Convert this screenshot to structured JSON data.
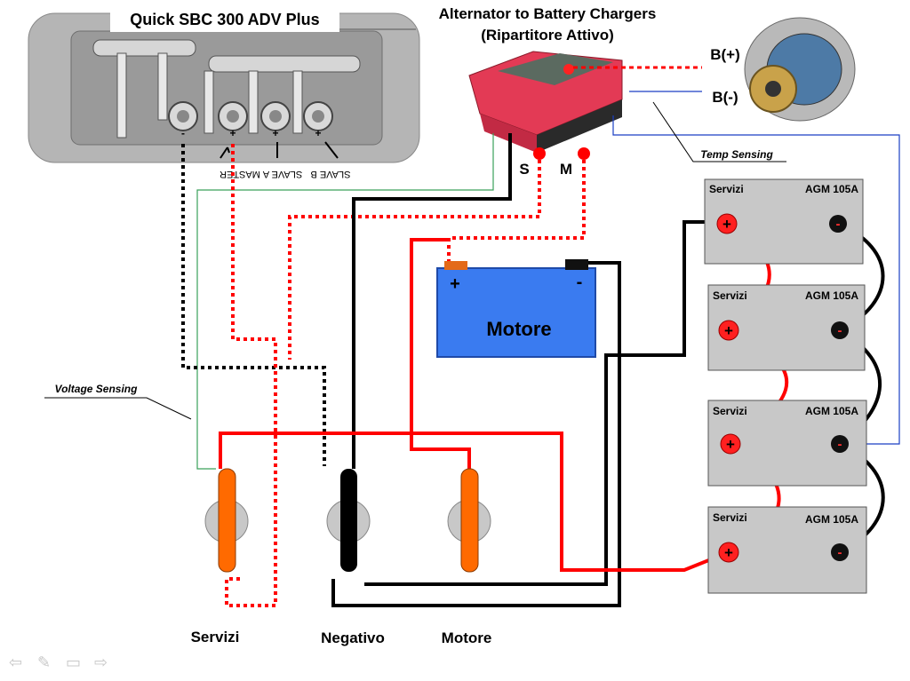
{
  "sbc": {
    "title": "Quick SBC 300 ADV Plus",
    "terminals": [
      "MASTER",
      "SLAVE A",
      "SLAVE B"
    ]
  },
  "charger": {
    "title_line1": "Alternator to Battery Chargers",
    "title_line2": "(Ripartitore Attivo)",
    "s_label": "S",
    "m_label": "M"
  },
  "alternator": {
    "bplus": "B(+)",
    "bminus": "B(-)"
  },
  "temp_sensing": "Temp Sensing",
  "voltage_sensing": "Voltage Sensing",
  "motor_battery": {
    "label": "Motore",
    "plus": "+",
    "minus": "-"
  },
  "service_batteries": [
    {
      "left": "Servizi",
      "right": "AGM 105A",
      "plus": "+",
      "minus": "-"
    },
    {
      "left": "Servizi",
      "right": "AGM 105A",
      "plus": "+",
      "minus": "-"
    },
    {
      "left": "Servizi",
      "right": "AGM 105A",
      "plus": "+",
      "minus": "-"
    },
    {
      "left": "Servizi",
      "right": "AGM 105A",
      "plus": "+",
      "minus": "-"
    }
  ],
  "switches": [
    {
      "label": "Servizi",
      "color": "#ff6a00"
    },
    {
      "label": "Negativo",
      "color": "#000000"
    },
    {
      "label": "Motore",
      "color": "#ff6a00"
    }
  ],
  "colors": {
    "wire_red": "#ff0000",
    "wire_black": "#000000",
    "sense_blue": "#1a3fc4",
    "sense_green": "#3aa05a",
    "battery_blue": "#3a7bf0",
    "battery_grey": "#c8c8c8",
    "charger_red": "#e33a55"
  },
  "navigation": [
    "prev-icon",
    "pen-icon",
    "screen-icon",
    "next-icon"
  ]
}
